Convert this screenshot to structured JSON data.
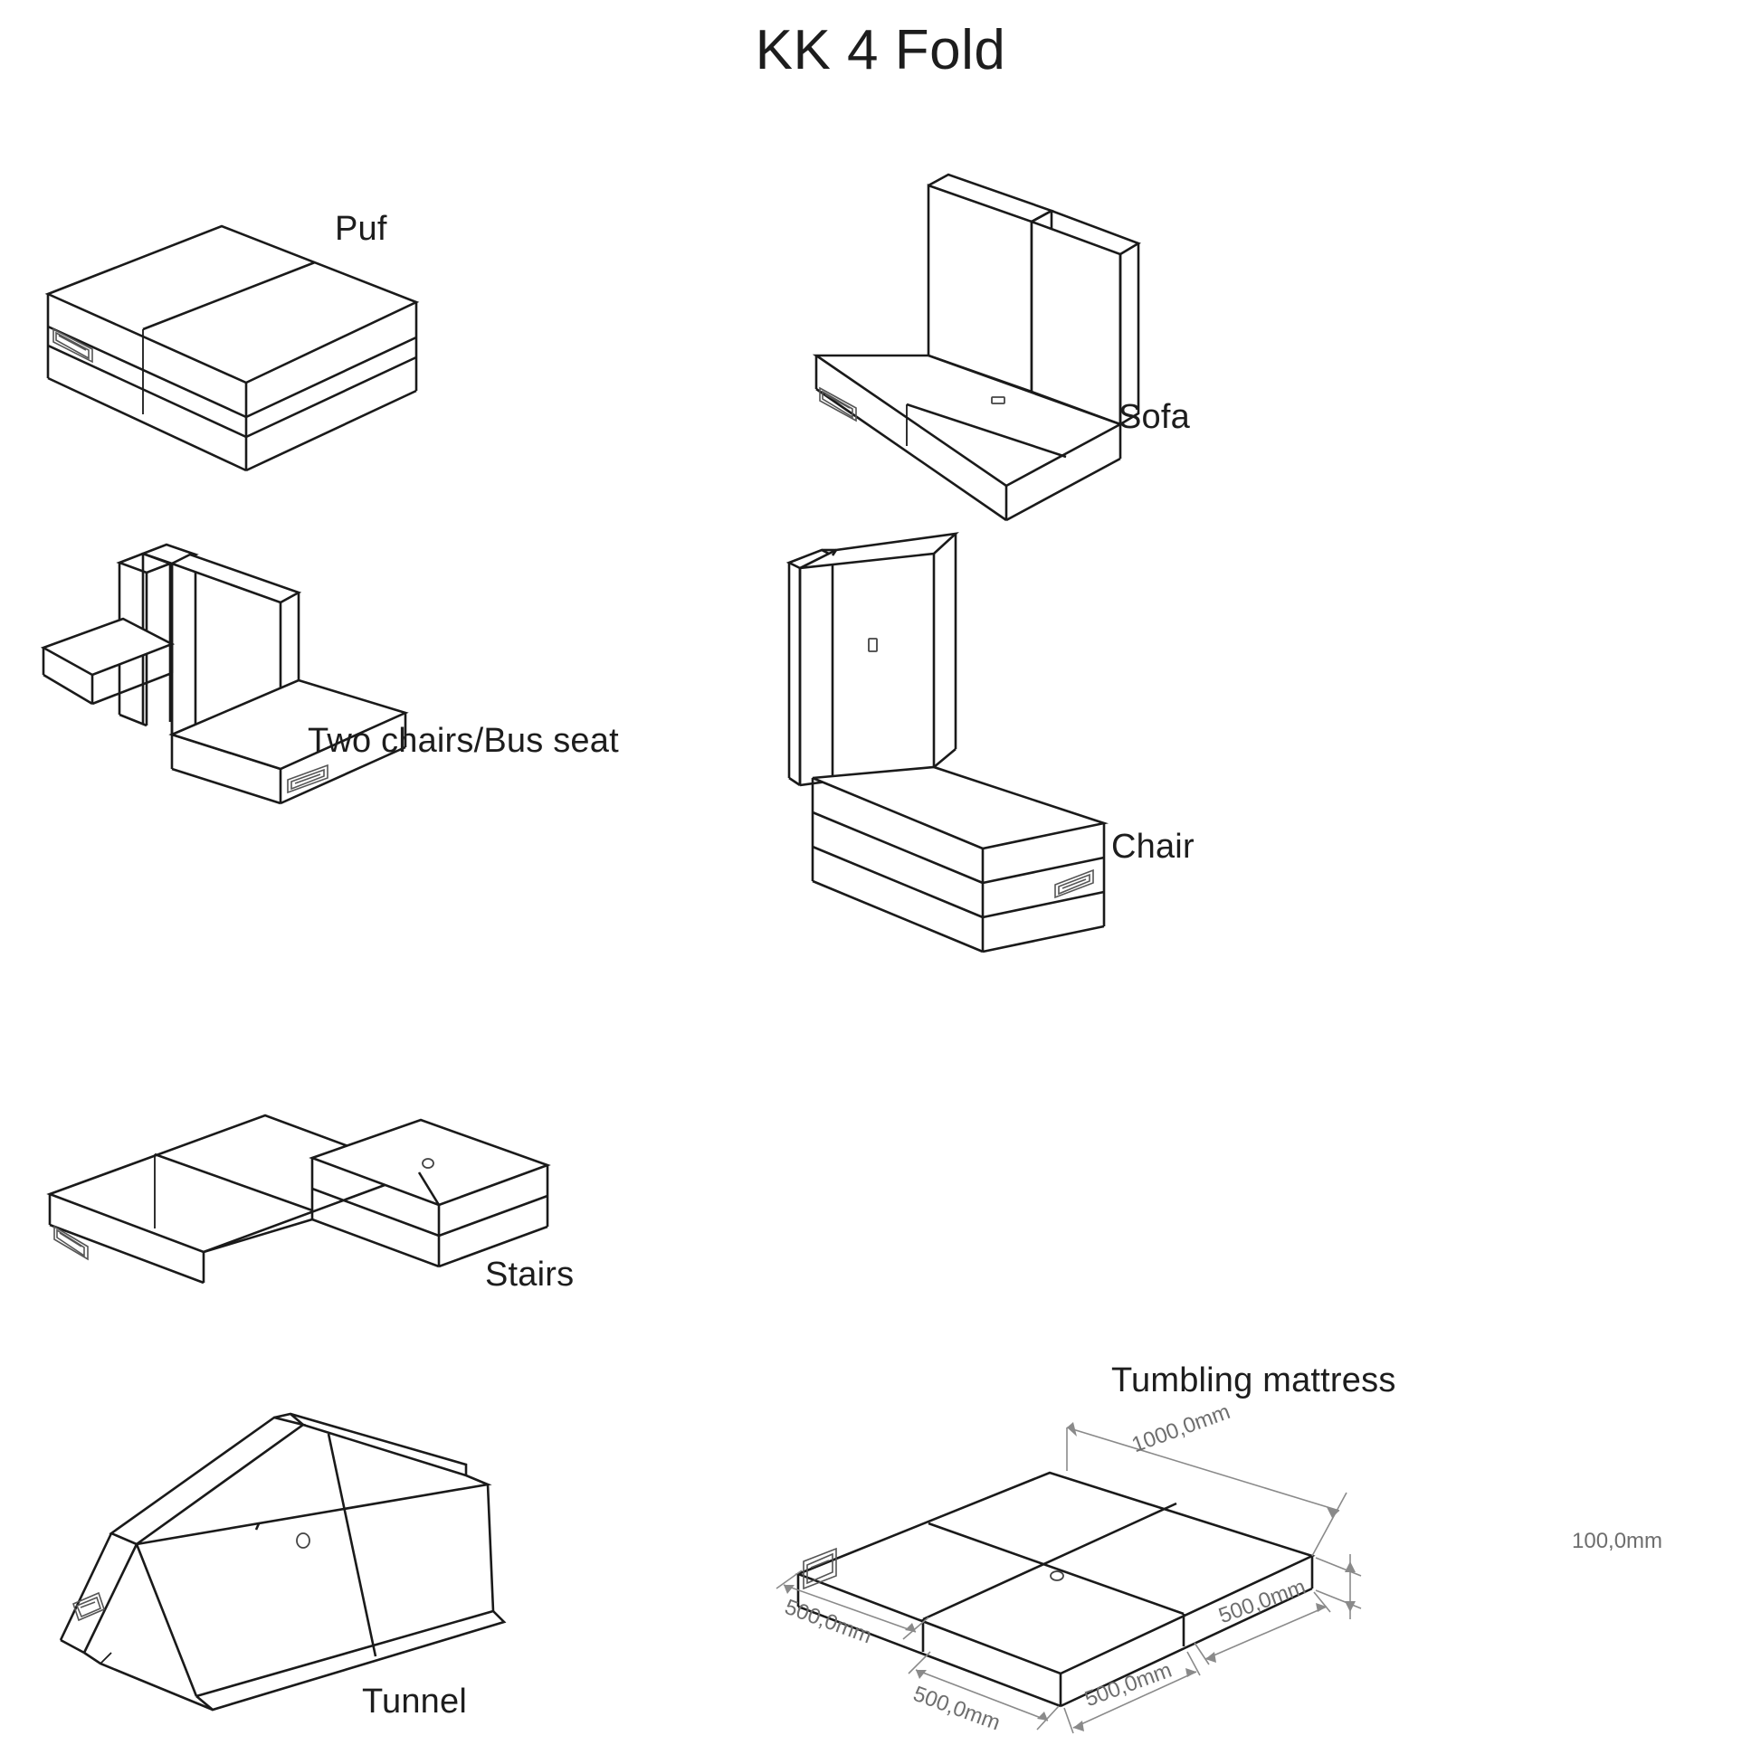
{
  "document": {
    "title": "KK 4 Fold"
  },
  "figures": [
    {
      "id": "puf",
      "label": "Puf",
      "icon": "folded-mattress-block-icon",
      "description": "Folded four-fold mattress stacked as a square pouffe with carry handle"
    },
    {
      "id": "sofa",
      "label": "Sofa",
      "icon": "sofa-configuration-icon",
      "description": "Two seat panels flat with two panels upright forming a backrest"
    },
    {
      "id": "two-chairs-bus-seat",
      "label": "Two chairs/Bus seat",
      "icon": "two-chairs-configuration-icon",
      "description": "Two upright back panels back to back with a seat panel on each side"
    },
    {
      "id": "chair",
      "label": "Chair",
      "icon": "chair-configuration-icon",
      "description": "Three folded panels forming a seat block with one panel upright as backrest"
    },
    {
      "id": "stairs",
      "label": "Stairs",
      "icon": "stairs-configuration-icon",
      "description": "Two panels flat on the floor with two panels folded into a raised step"
    },
    {
      "id": "tunnel",
      "label": "Tunnel",
      "icon": "tunnel-configuration-icon",
      "description": "Panels folded into an inverted V tent shape"
    },
    {
      "id": "tumbling-mattress",
      "label": "Tumbling mattress",
      "icon": "flat-mattress-icon",
      "description": "All four panels unfolded flat into a square tumbling mattress"
    }
  ],
  "dimensions": {
    "overall_length": "1000,0mm",
    "thickness": "100,0mm",
    "panel_back_left": "500,0mm",
    "panel_back_right": "500,0mm",
    "panel_front_left": "500,0mm",
    "panel_front_right": "500,0mm"
  },
  "chart_data": {
    "type": "table",
    "title": "KK 4 Fold",
    "categories": [
      "Puf",
      "Sofa",
      "Two chairs/Bus seat",
      "Chair",
      "Stairs",
      "Tunnel",
      "Tumbling mattress"
    ],
    "annotations": [
      "1000,0mm",
      "100,0mm",
      "500,0mm",
      "500,0mm",
      "500,0mm",
      "500,0mm"
    ],
    "xlabel": "",
    "ylabel": ""
  }
}
